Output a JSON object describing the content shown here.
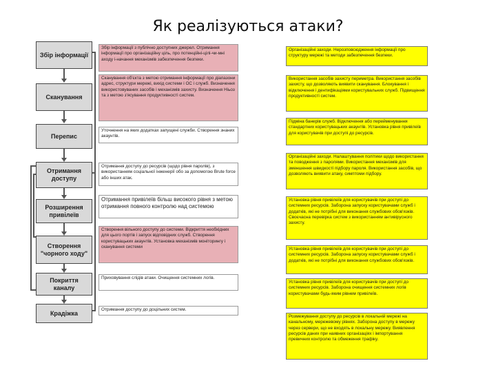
{
  "title": "Як реалізуються атаки?",
  "stages": [
    "Збір інформації",
    "Сканування",
    "Перепис",
    "Отримання доступу",
    "Розширення привілеїв",
    "Створення \"чорного ходу\"",
    "Покриття каналу",
    "Крадіжка"
  ],
  "descriptions": [
    "Збір інформації з публічно доступних джерел. Отримання інформації про організаційну ціль, про потенційні-цілі-чи-мні аходу і-начання механізмів забезпечення безпеки.",
    "Сканування об'єкта з метою отримання інформації про діапазони адрес, структури мережі, вихід системи і ОС і служб. Визначення використовуваних засобів і механізмів захисту. Визначення Ніьоз та з метою з'ясування продуктивності систем.",
    "Уточнення на яких додатках запущені служби. Створення знаних акаунтів.",
    "Отримання доступу до ресурсів (щодо рівня паролів), з використанням соціальної інженерії обо за допомогою Brute force або інших атак.",
    "Отримання привілеїв більш високого рівня з метою отримання повного контролю над системою",
    "Створення вільного доступу до системи. Відкриття необхідних для цього портів і запуск відповідних служб. Створення користувацьких акаунтів. Установка механізмів моніторингу і сканування системи",
    "Приховування слідів атаки. Очищення системних логів.",
    "Отримання доступу до доцільних систем."
  ],
  "countermeasures": [
    "Організаційні заходи. Нерозповсюдження інформації про структуру мережі та методи забезпечення безпеки.",
    "Використання засобів захисту периметра. Використання засобів захисту, що дозволяють виявити сканування. Блокування і відключення і дентифікаціями користувальних служб. Підвищення продуктивності систем.",
    "Підміна банерів служб. Відключення або перейменування стандартних користувацьких акаунтів. Установка рівня привілеїв для користувачів при доступі до ресурсів.",
    "Організаційні заходи. Налаштування політики щодо використання та поводження з паролями. Використання механізмів для зменшення швидкості підбору пароля. Використання засобів, що дозволяють виявити атаку, симптоми підбору.",
    "Установка рівня привілеїв для користувачів при доступі до системних ресурсів. Заборона запуску користувачами служб і додатків, які не потрібні для виконання службових обов'язків. Своєчасна перевірка систем з використанням антивірусного захисту.",
    "Установка рівня привілеїв для користувачів при доступі до системних ресурсів. Заборона запуску користувачами служб і додатків, які не потрібні для виконання службових обов'язків.",
    "Установка рівня привілеїв для користувачів при доступі до системних ресурсів. Заборона очищення системних логів користувачами будь-яким рівнем привілеїв.",
    "Розмежування доступу до ресурсів в локальній мережі на канальному, мережевому рівнях. Заборона доступу в мережу через сервери, що не входять в локальну мережу. Виявлення ресурсів даних при наявних організаціях і імпортування превичних контролю та обмеження трафіку."
  ]
}
